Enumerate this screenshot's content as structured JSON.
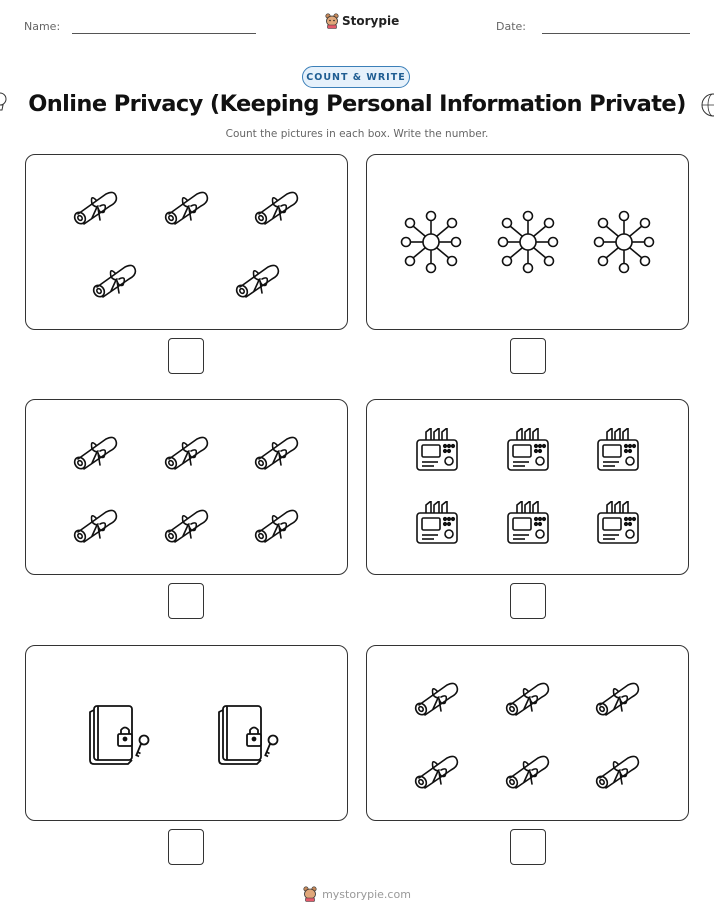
{
  "header": {
    "name_label": "Name:",
    "date_label": "Date:",
    "brand": "Storypie",
    "logo_icon": "storypie-bear-icon"
  },
  "badge": "COUNT & WRITE",
  "title": "Online Privacy (Keeping Personal Information Private)",
  "instructions": "Count the pictures in each box. Write the number.",
  "boxes": [
    {
      "icon": "diploma-scroll-icon",
      "count": 5,
      "rows": [
        3,
        2
      ],
      "answer": ""
    },
    {
      "icon": "network-node-icon",
      "count": 3,
      "rows": [
        3
      ],
      "answer": ""
    },
    {
      "icon": "diploma-scroll-icon",
      "count": 6,
      "rows": [
        3,
        3
      ],
      "answer": ""
    },
    {
      "icon": "router-device-icon",
      "count": 6,
      "rows": [
        3,
        3
      ],
      "answer": ""
    },
    {
      "icon": "locked-book-icon",
      "count": 2,
      "rows": [
        2
      ],
      "answer": ""
    },
    {
      "icon": "diploma-scroll-icon",
      "count": 6,
      "rows": [
        3,
        3
      ],
      "answer": ""
    }
  ],
  "footer": {
    "site": "mystorypie.com",
    "icon": "storypie-bear-icon"
  },
  "decorations": [
    "lightbulb-icon",
    "globe-icon"
  ]
}
